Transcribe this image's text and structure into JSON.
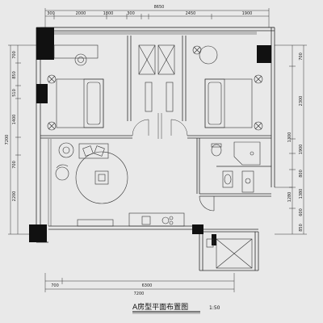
{
  "drawing": {
    "title": "A房型平面布置图",
    "scale": "1:50"
  },
  "dimensions": {
    "top_total": "8650",
    "top_segments": [
      "300",
      "2000",
      "1800",
      "300",
      "2450",
      "1900"
    ],
    "bottom_total": "7200",
    "bottom_segments": [
      "700",
      "6300"
    ],
    "left_total": "7200",
    "left_segments": [
      "700",
      "850",
      "510",
      "1400",
      "700",
      "2200"
    ],
    "right_segments": [
      "700",
      "2300",
      "1300",
      "1900",
      "800",
      "1380",
      "1280",
      "600",
      "850"
    ]
  },
  "colors": {
    "line": "#2b2b2b",
    "wall_solid": "#111111",
    "background": "#e9e9e9"
  }
}
